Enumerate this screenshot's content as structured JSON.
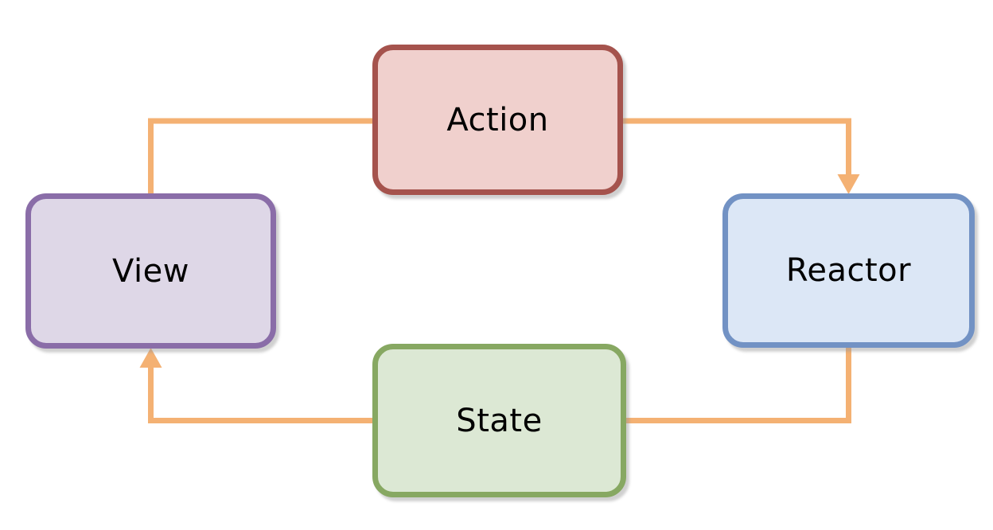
{
  "diagram": {
    "type": "cycle-flow-diagram",
    "background_color": "#ffffff",
    "connector_color": "#f4b173",
    "text_color": "#000000",
    "nodes": [
      {
        "id": "action",
        "label": "Action",
        "fill": "#f0d0cd",
        "border": "#a5534d",
        "position": "top-center"
      },
      {
        "id": "reactor",
        "label": "Reactor",
        "fill": "#dce7f6",
        "border": "#7292c4",
        "position": "middle-right"
      },
      {
        "id": "state",
        "label": "State",
        "fill": "#dce8d4",
        "border": "#87a862",
        "position": "bottom-center"
      },
      {
        "id": "view",
        "label": "View",
        "fill": "#ded7e7",
        "border": "#8a6da8",
        "position": "middle-left"
      }
    ],
    "edges": [
      {
        "from": "view",
        "to": "action",
        "arrowhead": false,
        "route": "up-then-right into Action left side"
      },
      {
        "from": "action",
        "to": "reactor",
        "arrowhead": true,
        "route": "right-then-down into Reactor top"
      },
      {
        "from": "reactor",
        "to": "state",
        "arrowhead": false,
        "route": "down-then-left into State right side"
      },
      {
        "from": "state",
        "to": "view",
        "arrowhead": true,
        "route": "left-then-up into View bottom"
      }
    ]
  }
}
